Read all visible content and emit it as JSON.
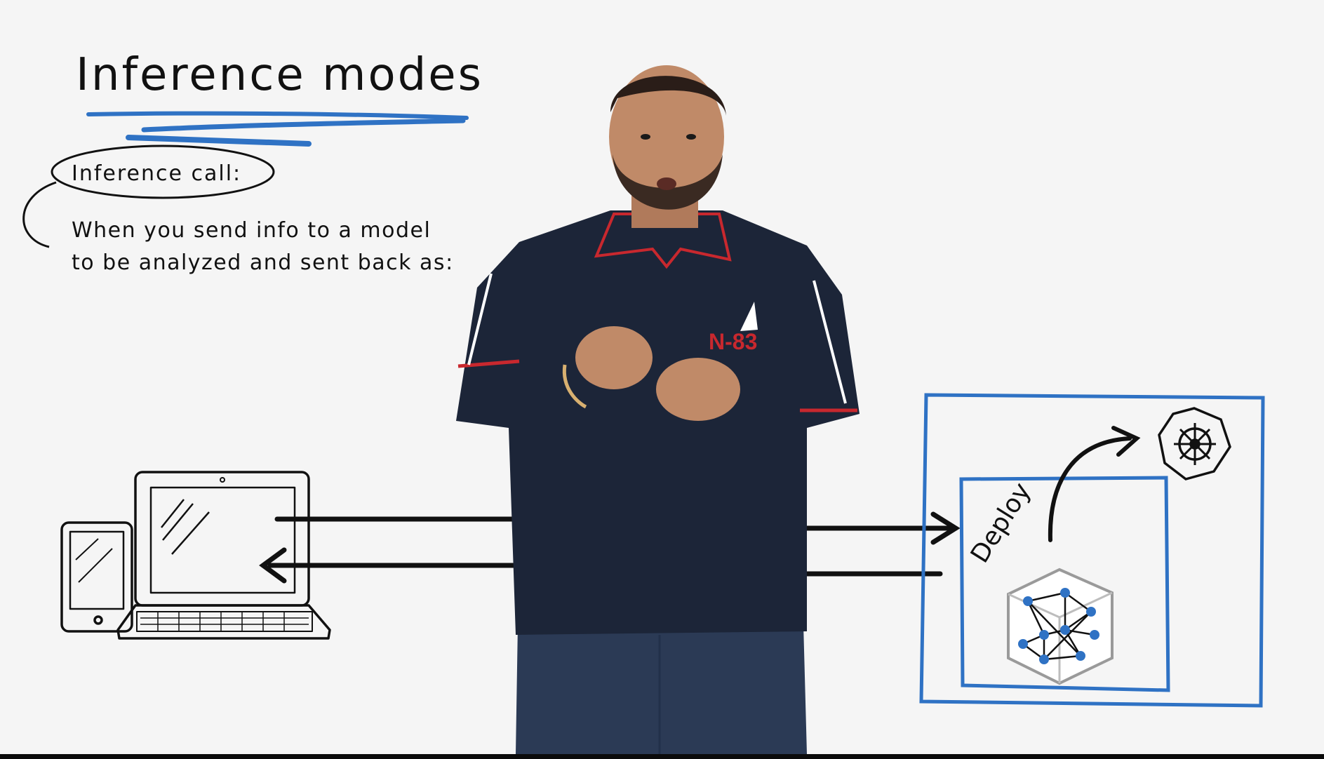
{
  "board": {
    "title": "Inference modes",
    "callout_label": "Inference call:",
    "definition_line_1": "When you send info to a model",
    "definition_line_2": "to be analyzed and sent back as:",
    "deploy_label": "Deploy"
  },
  "presenter": {
    "shirt_logo": "N-83"
  },
  "colors": {
    "ink": "#111111",
    "accent_blue": "#2f72c4",
    "shirt_navy": "#1c2538",
    "shirt_red": "#c8282e",
    "jeans": "#2b3a55",
    "background": "#f5f5f5"
  },
  "icons": {
    "device": "laptop-and-tablet-icon",
    "cluster": "kubernetes-helm-icon",
    "model": "neural-network-cube-icon"
  }
}
